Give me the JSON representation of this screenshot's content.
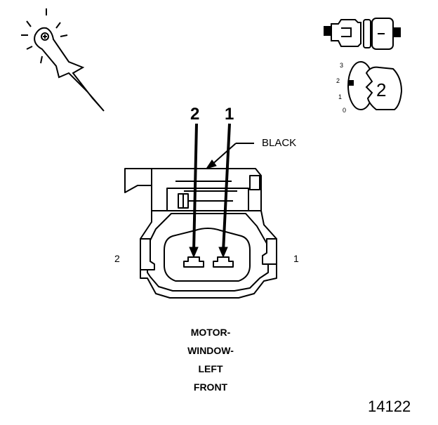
{
  "connector": {
    "wire_color": "BLACK",
    "pin_labels": [
      "2",
      "1"
    ],
    "side_labels": {
      "left": "2",
      "right": "1"
    },
    "caption_lines": [
      "MOTOR-",
      "WINDOW-",
      "LEFT",
      "FRONT"
    ]
  },
  "key_icon": {
    "positions": [
      "3",
      "2",
      "1",
      "0"
    ],
    "selected": "2"
  },
  "figure_number": "14122",
  "icons": {
    "probe": "test-probe-icon",
    "connector_view": "connector-side-view-icon",
    "ignition": "ignition-key-icon"
  }
}
